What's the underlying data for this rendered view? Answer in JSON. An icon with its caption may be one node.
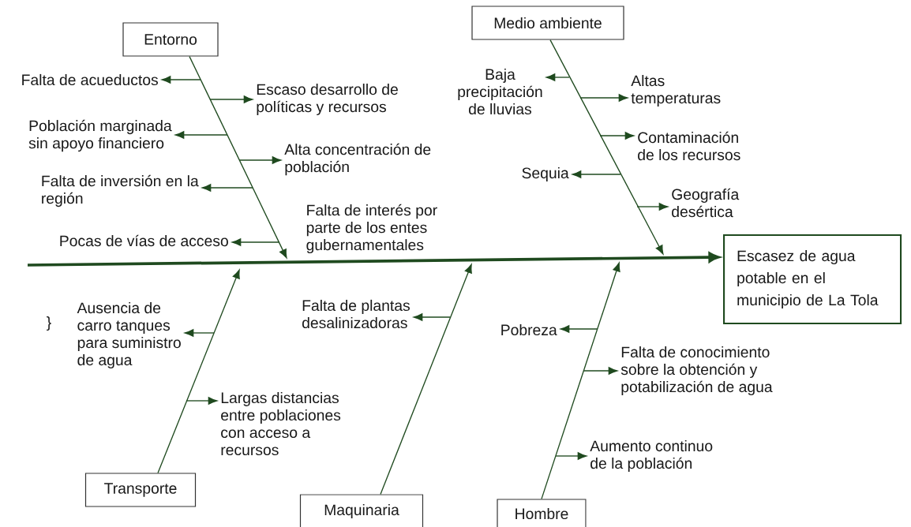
{
  "diagram": {
    "nodes": [
      {
        "text": [
          "Entorno"
        ]
      },
      {
        "text": [
          "Medio ambiente"
        ]
      },
      {
        "text": [
          "Falta de acueductos"
        ]
      },
      {
        "text": [
          "Escaso desarrollo de políticas y recursos"
        ]
      },
      {
        "text": [
          "Baja precipitación de lluvias"
        ]
      },
      {
        "text": [
          "Altas temperaturas"
        ]
      },
      {
        "text": [
          "Población marginada sin apoyo financiero"
        ]
      },
      {
        "text": [
          "Alta concentración de población"
        ]
      },
      {
        "text": [
          "Contaminación de los recursos"
        ]
      },
      {
        "text": [
          "Falta de inversión en la región"
        ]
      },
      {
        "text": [
          "Sequia"
        ]
      },
      {
        "text": [
          "Geografía desértica"
        ]
      },
      {
        "text": [
          "Pocas de vías de acceso"
        ]
      },
      {
        "text": [
          "Escasez de agua potable en el municipio de La Tola"
        ]
      },
      {
        "text": [
          "Ausencia de carro tanques para suministro de agua"
        ]
      },
      {
        "text": [
          "Falta de plantas desalinizadoras"
        ]
      },
      {
        "text": [
          "Pobreza"
        ]
      },
      {
        "text": [
          "Falta de conocimiento sobre la obtención y potabilización de agua"
        ]
      },
      {
        "text": [
          "Largas distancias entre poblaciones con acceso a recursos"
        ]
      },
      {
        "text": [
          "Aumento continuo de la población"
        ]
      },
      {
        "text": [
          "Transporte"
        ]
      },
      {
        "text": [
          "Maquinaria"
        ]
      },
      {
        "text": [
          "Hombre"
        ]
      }
    ],
    "edges": [
      {
        "from": null,
        "to": 13,
        "arrow": "to",
        "style": "thick"
      },
      {
        "from": 0,
        "to": null,
        "arrow": "to"
      },
      {
        "from": 1,
        "to": null,
        "arrow": "to"
      },
      {
        "from": 20,
        "to": null,
        "arrow": "to"
      },
      {
        "from": 21,
        "to": null,
        "arrow": "to"
      },
      {
        "from": 22,
        "to": null,
        "arrow": "to"
      },
      {
        "from": null,
        "to": 2,
        "arrow": "to"
      },
      {
        "from": null,
        "to": 3,
        "arrow": "to"
      },
      {
        "from": null,
        "to": 4,
        "arrow": "to"
      },
      {
        "from": null,
        "to": 5,
        "arrow": "to"
      },
      {
        "from": null,
        "to": 6,
        "arrow": "to"
      },
      {
        "from": null,
        "to": 7,
        "arrow": "to"
      },
      {
        "from": null,
        "to": 8,
        "arrow": "to"
      },
      {
        "from": null,
        "to": 9,
        "arrow": "to"
      },
      {
        "from": null,
        "to": 10,
        "arrow": "to"
      },
      {
        "from": null,
        "to": 11,
        "arrow": "to"
      },
      {
        "from": null,
        "to": 12,
        "arrow": "to"
      },
      {
        "from": null,
        "to": 14,
        "arrow": "to"
      },
      {
        "from": null,
        "to": 15,
        "arrow": "to"
      },
      {
        "from": null,
        "to": 16,
        "arrow": "to"
      },
      {
        "from": null,
        "to": 17,
        "arrow": "to"
      },
      {
        "from": null,
        "to": 18,
        "arrow": "to"
      },
      {
        "from": null,
        "to": 19,
        "arrow": "to"
      }
    ],
    "labels": [
      "Falta de interés por parte de los entes gubernamentales",
      "}"
    ]
  }
}
